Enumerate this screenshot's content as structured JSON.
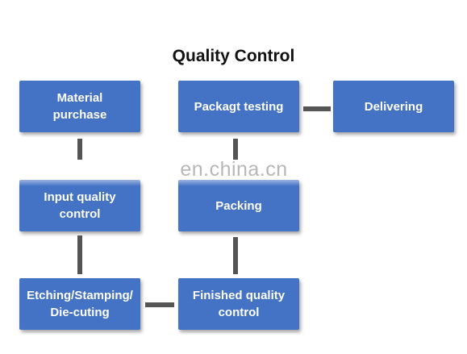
{
  "title": "Quality Control",
  "colors": {
    "box_fill": "#4472c4",
    "connector": "#555555",
    "text": "#ffffff"
  },
  "nodes": [
    {
      "id": "material-purchase",
      "label": "Material\npurchase"
    },
    {
      "id": "input-quality-control",
      "label": "Input quality\ncontrol"
    },
    {
      "id": "etching-stamping-die-cuting",
      "label": "Etching/Stamping/\nDie-cuting"
    },
    {
      "id": "finished-quality-control",
      "label": "Finished quality\ncontrol"
    },
    {
      "id": "packing",
      "label": "Packing"
    },
    {
      "id": "packagt-testing",
      "label": "Packagt testing"
    },
    {
      "id": "delivering",
      "label": "Delivering"
    }
  ],
  "edges": [
    {
      "from": "material-purchase",
      "to": "input-quality-control"
    },
    {
      "from": "input-quality-control",
      "to": "etching-stamping-die-cuting"
    },
    {
      "from": "etching-stamping-die-cuting",
      "to": "finished-quality-control"
    },
    {
      "from": "finished-quality-control",
      "to": "packing"
    },
    {
      "from": "packing",
      "to": "packagt-testing"
    },
    {
      "from": "packagt-testing",
      "to": "delivering"
    }
  ],
  "watermark": "en.china.cn"
}
